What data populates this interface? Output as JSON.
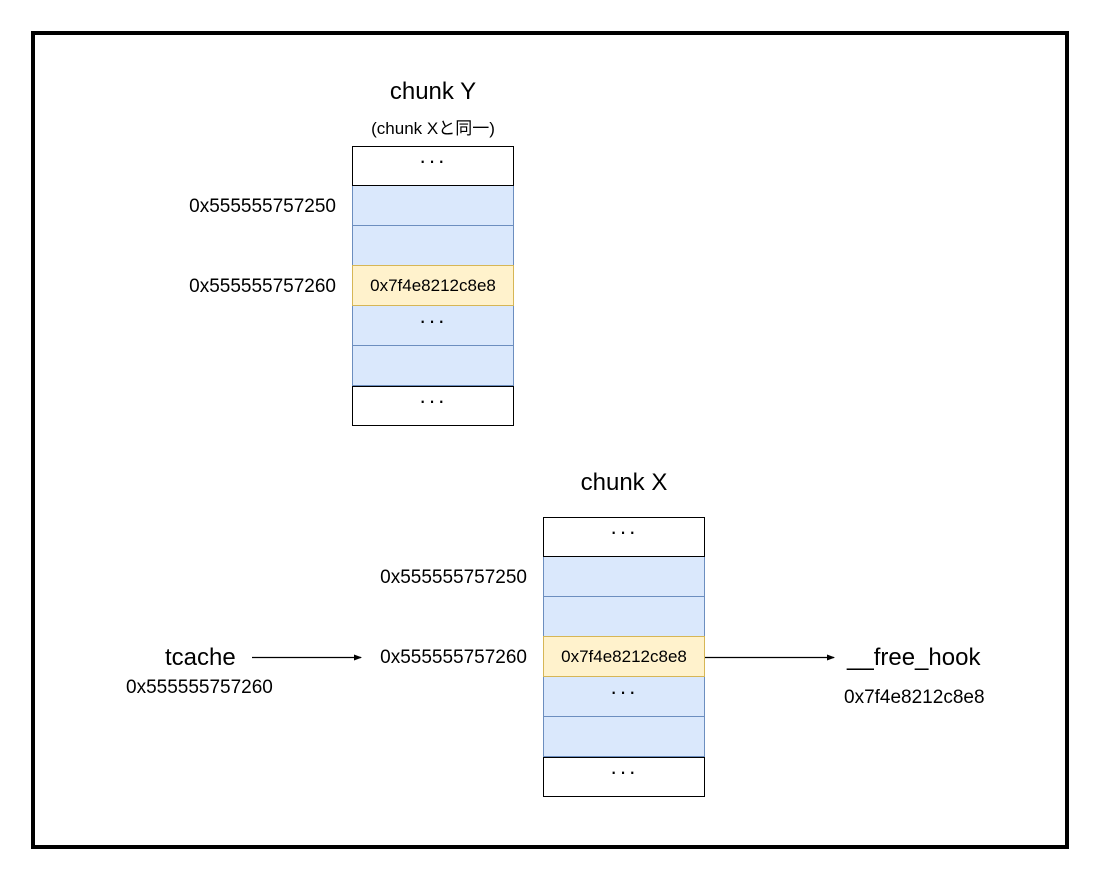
{
  "chunk_y": {
    "title": "chunk Y",
    "subtitle": "(chunk Xと同一)",
    "addr_1": "0x555555757250",
    "addr_2": "0x555555757260",
    "cells": [
      "···",
      "",
      "",
      "0x7f4e8212c8e8",
      "···",
      "",
      "···"
    ]
  },
  "chunk_x": {
    "title": "chunk X",
    "addr_1": "0x555555757250",
    "addr_2": "0x555555757260",
    "cells": [
      "···",
      "",
      "",
      "0x7f4e8212c8e8",
      "···",
      "",
      "···"
    ]
  },
  "tcache": {
    "label": "tcache",
    "value": "0x555555757260"
  },
  "free_hook": {
    "label": "__free_hook",
    "value": "0x7f4e8212c8e8"
  },
  "colors": {
    "cell_fill": "#dae8fc",
    "cell_border": "#6c8ebf",
    "highlight_fill": "#fff2cc",
    "highlight_border": "#d6b656"
  }
}
